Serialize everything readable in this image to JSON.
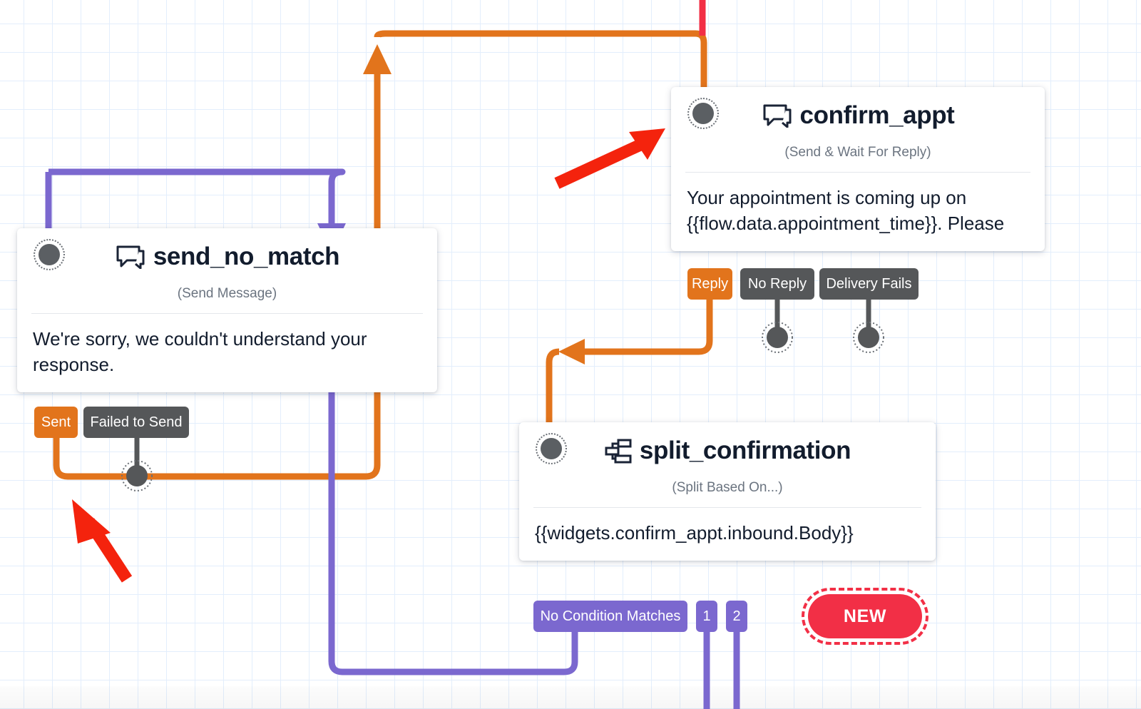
{
  "canvas": {
    "grid_color": "#e3eefc",
    "background": "#ffffff"
  },
  "palette": {
    "orange": "#e2741c",
    "gray": "#555759",
    "purple": "#7b68cf",
    "red_badge": "#f22f46",
    "annotation_red": "#f4230d",
    "title_text": "#121c2d",
    "subtitle_text": "#6b7480"
  },
  "nodes": [
    {
      "id": "send_no_match",
      "title": "send_no_match",
      "type_label": "(Send Message)",
      "body": "We're sorry, we couldn't understand your response.",
      "icon": "speech-bubbles-icon",
      "outputs": [
        {
          "label": "Sent",
          "color": "orange"
        },
        {
          "label": "Failed to Send",
          "color": "gray"
        }
      ]
    },
    {
      "id": "confirm_appt",
      "title": "confirm_appt",
      "type_label": "(Send & Wait For Reply)",
      "body": "Your appointment is coming up on {{flow.data.appointment_time}}. Please",
      "icon": "speech-bubbles-icon",
      "outputs": [
        {
          "label": "Reply",
          "color": "orange"
        },
        {
          "label": "No Reply",
          "color": "gray"
        },
        {
          "label": "Delivery Fails",
          "color": "gray"
        }
      ]
    },
    {
      "id": "split_confirmation",
      "title": "split_confirmation",
      "type_label": "(Split Based On...)",
      "body": "{{widgets.confirm_appt.inbound.Body}}",
      "icon": "split-branch-icon",
      "outputs": [
        {
          "label": "No Condition Matches",
          "color": "purple"
        },
        {
          "label": "1",
          "color": "purple"
        },
        {
          "label": "2",
          "color": "purple"
        }
      ]
    }
  ],
  "badges": [
    {
      "label": "NEW",
      "color": "#f22f46"
    }
  ],
  "annotations": [
    {
      "name": "arrow-pointing-to-confirm-appt",
      "direction": "up-right",
      "color": "#f4230d"
    },
    {
      "name": "arrow-pointing-to-sent-wire",
      "direction": "up-left",
      "color": "#f4230d"
    }
  ]
}
